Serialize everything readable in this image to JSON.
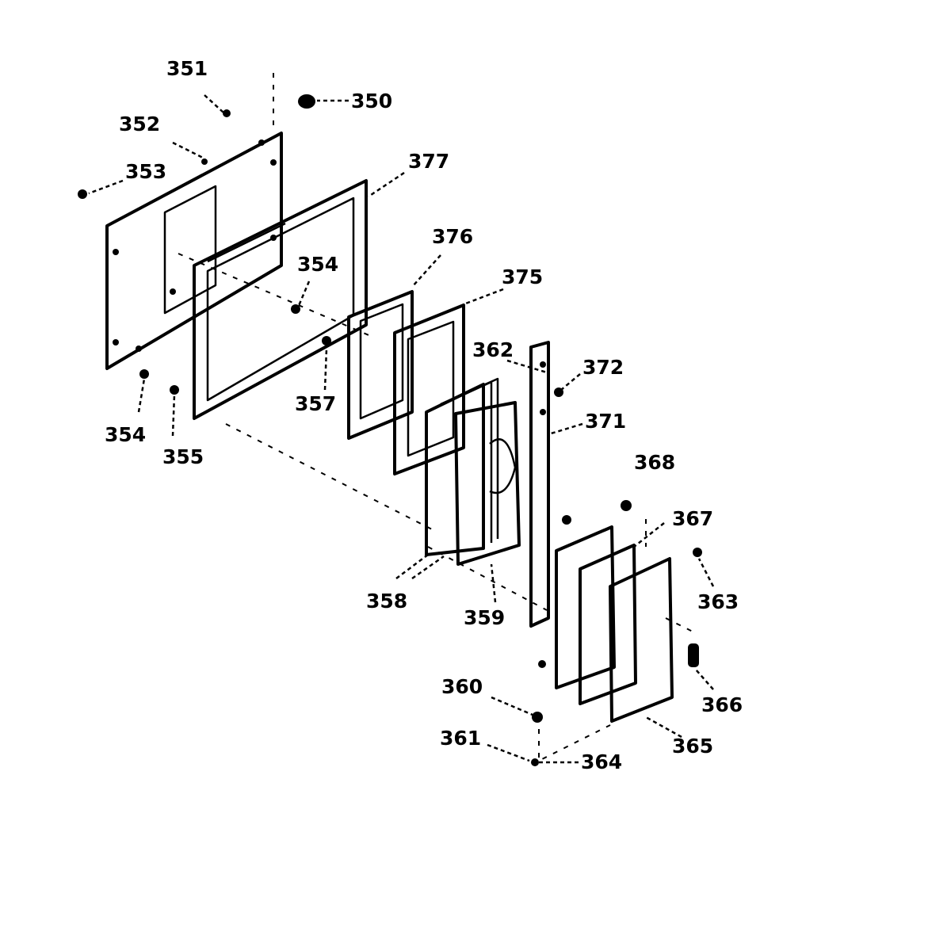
{
  "labels": {
    "p350": "350",
    "p351": "351",
    "p352": "352",
    "p353": "353",
    "p354a": "354",
    "p354b": "354",
    "p355": "355",
    "p357": "357",
    "p358": "358",
    "p359": "359",
    "p360": "360",
    "p361": "361",
    "p362": "362",
    "p363": "363",
    "p364": "364",
    "p365": "365",
    "p366": "366",
    "p367": "367",
    "p368": "368",
    "p371": "371",
    "p372": "372",
    "p375": "375",
    "p376": "376",
    "p377": "377"
  }
}
